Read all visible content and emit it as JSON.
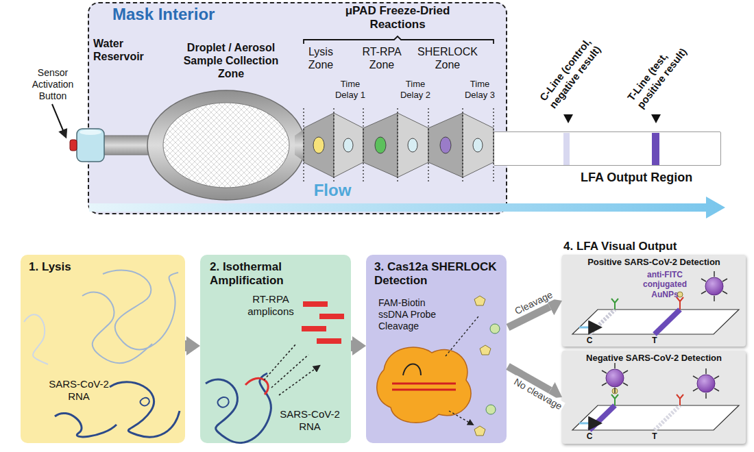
{
  "diagram": {
    "nodes": [
      {
        "text": [
          "Mask Interior"
        ]
      },
      {
        "text": [
          "Water Reservoir"
        ],
        "in": 0
      },
      {
        "text": [
          "Droplet / Aerosol Sample Collection Zone"
        ],
        "in": 0
      },
      {
        "text": [
          "Lysis Zone"
        ],
        "in": 0
      },
      {
        "text": [
          "Time Delay 1"
        ],
        "in": 0
      },
      {
        "text": [
          "RT-RPA Zone"
        ],
        "in": 0
      },
      {
        "text": [
          "Time Delay 2"
        ],
        "in": 0
      },
      {
        "text": [
          "SHERLOCK Zone"
        ],
        "in": 0
      },
      {
        "text": [
          "Time Delay 3"
        ],
        "in": 0
      },
      {
        "text": [
          "LFA Output Region"
        ]
      },
      {
        "text": [
          "1. Lysis",
          "SARS-CoV-2 RNA"
        ]
      },
      {
        "text": [
          "2. Isothermal Amplification",
          "RT-RPA amplicons",
          "SARS-CoV-2 RNA"
        ]
      },
      {
        "text": [
          "3. Cas12a SHERLOCK Detection",
          "FAM-Biotin ssDNA Probe Cleavage"
        ]
      },
      {
        "text": [
          "4. LFA Visual Output"
        ]
      },
      {
        "text": [
          "Positive SARS-CoV-2 Detection",
          "anti-FITC conjugated AuNPs",
          "C",
          "T"
        ],
        "in": 13
      },
      {
        "text": [
          "Negative SARS-CoV-2 Detection",
          "C",
          "T"
        ],
        "in": 13
      }
    ],
    "edges": [
      {
        "from": 10,
        "to": 11,
        "arrow": "to"
      },
      {
        "from": 11,
        "to": 12,
        "arrow": "to"
      },
      {
        "from": 12,
        "to": 14,
        "label": "Cleavage",
        "arrow": "to"
      },
      {
        "from": 12,
        "to": 15,
        "label": "No cleavage",
        "arrow": "to"
      }
    ],
    "labels": [
      "Sensor Activation Button",
      "μPAD Freeze-Dried Reactions",
      "C-Line (control, negative result)",
      "T-Line (test, positive result)",
      "Flow"
    ]
  }
}
